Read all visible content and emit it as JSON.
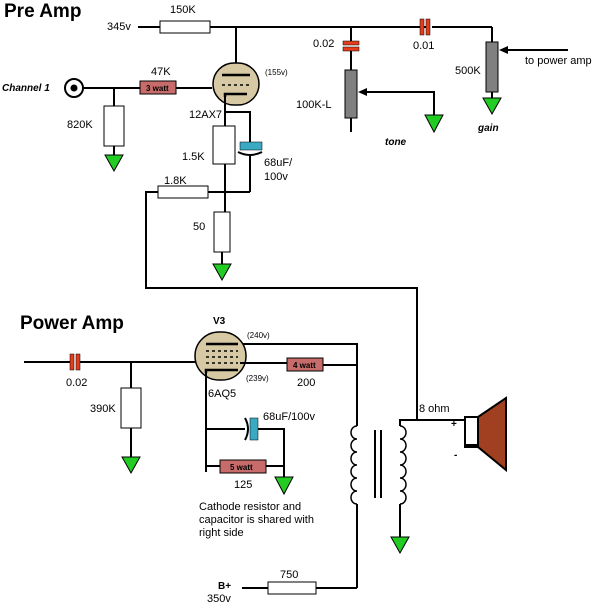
{
  "titles": {
    "pre_amp": "Pre Amp",
    "power_amp": "Power Amp"
  },
  "pre_amp": {
    "supply_voltage": "345v",
    "plate_resistor": "150K",
    "coupling_cap": "0.02",
    "output_cap": "0.01",
    "tone_pot": "100K-L",
    "tone_label": "tone",
    "gain_pot": "500K",
    "gain_label": "gain",
    "to_power_amp": "to power amp",
    "input_label": "Channel 1",
    "grid_resistor": "47K",
    "grid_resistor_watt": "3 watt",
    "input_resistor": "820K",
    "tube": "12AX7",
    "plate_voltage": "(155v)",
    "cathode_resistor": "1.5K",
    "cathode_cap": "68uF/",
    "cathode_cap_voltage": "100v",
    "feedback_resistor": "1.8K",
    "ground_resistor": "50"
  },
  "power_amp": {
    "tube_label": "V3",
    "plate_voltage": "(240v)",
    "screen_voltage": "(239v)",
    "tube": "6AQ5",
    "input_cap": "0.02",
    "grid_resistor": "390K",
    "screen_resistor": "200",
    "screen_resistor_watt": "4 watt",
    "cathode_cap": "68uF/100v",
    "cathode_resistor": "125",
    "cathode_resistor_watt": "5 watt",
    "note_lines": [
      "Cathode resistor and",
      "capacitor is shared with",
      "right side"
    ],
    "speaker_impedance": "8 ohm",
    "speaker_plus": "+",
    "speaker_minus": "-",
    "b_plus": "B+",
    "b_plus_voltage": "350v",
    "dropping_resistor": "750"
  },
  "colors": {
    "ground": "#22cc22",
    "power_resistor": "#c86b6b",
    "tube": "#d7c9a3",
    "capacitor_red": "#e63c1e",
    "capacitor_blue": "#3aa9c2",
    "potentiometer": "#808080",
    "speaker_body": "#a04020"
  }
}
